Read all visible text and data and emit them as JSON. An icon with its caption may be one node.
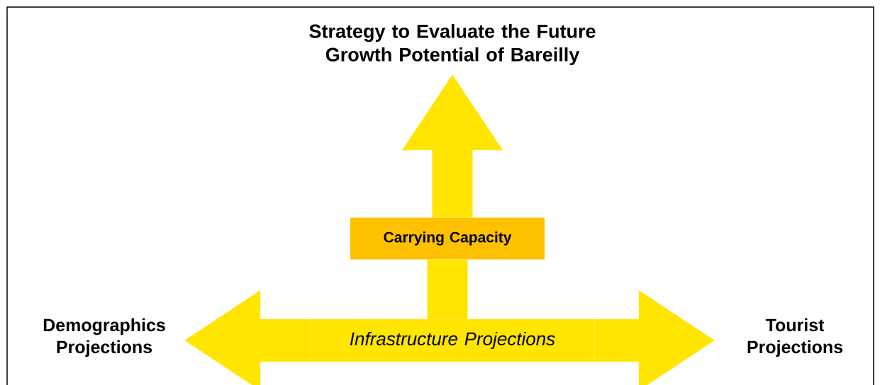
{
  "diagram": {
    "nodes": [
      {
        "text": [
          "Strategy to Evaluate the Future Growth Potential of Bareilly"
        ]
      },
      {
        "text": [
          "Demographics Projections"
        ]
      },
      {
        "text": [
          "Tourist Projections"
        ]
      },
      {
        "text": [
          "Carrying Capacity"
        ]
      },
      {
        "text": [
          "Infrastructure Projections"
        ]
      }
    ],
    "edges": [
      {
        "from": 4,
        "to": 1,
        "arrow": "to"
      },
      {
        "from": 4,
        "to": 2,
        "arrow": "to"
      },
      {
        "from": 3,
        "to": 0,
        "arrow": "to"
      },
      {
        "from": 4,
        "to": 3,
        "arrow": "none"
      }
    ]
  }
}
